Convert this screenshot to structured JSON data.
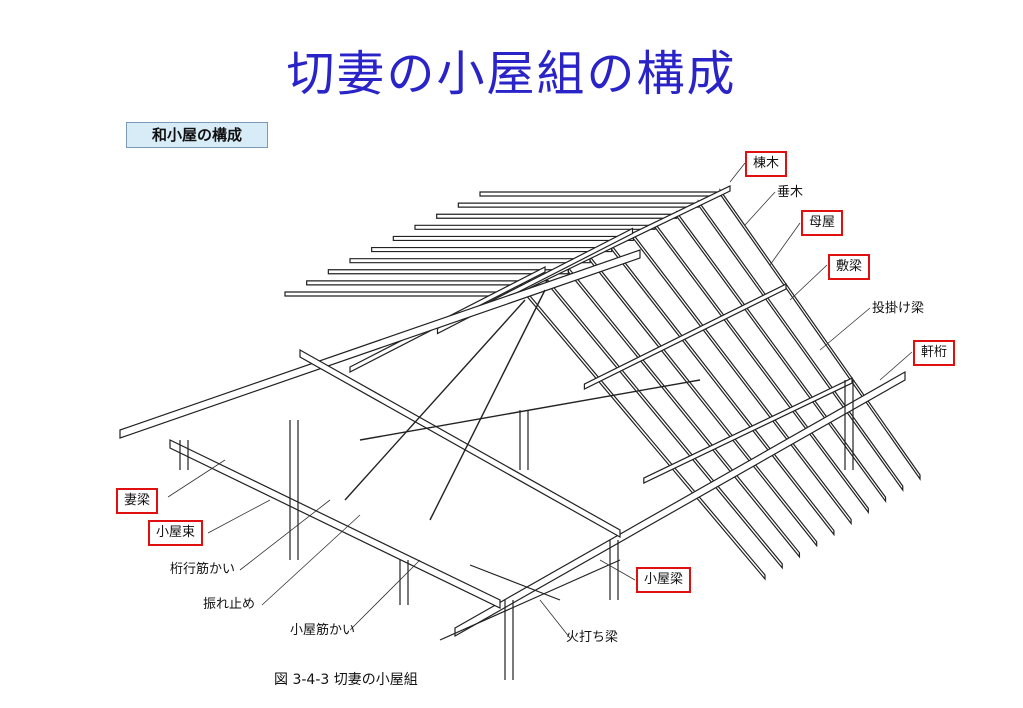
{
  "title": "切妻の小屋組の構成",
  "subtitle": "和小屋の構成",
  "caption": "図 3-4-3 切妻の小屋組",
  "highlight_color": "#e01010",
  "title_color": "#2a24c8",
  "labels": {
    "munagi": "棟木",
    "taruki": "垂木",
    "moya": "母屋",
    "shikibari": "敷梁",
    "nagekakebari": "投掛け梁",
    "nokigeta": "軒桁",
    "tsumabari": "妻梁",
    "koyazuka": "小屋束",
    "ketayukisujikai": "桁行筋かい",
    "furedome": "振れ止め",
    "koyasujikai": "小屋筋かい",
    "koyabari": "小屋梁",
    "hiuchibari": "火打ち梁"
  }
}
